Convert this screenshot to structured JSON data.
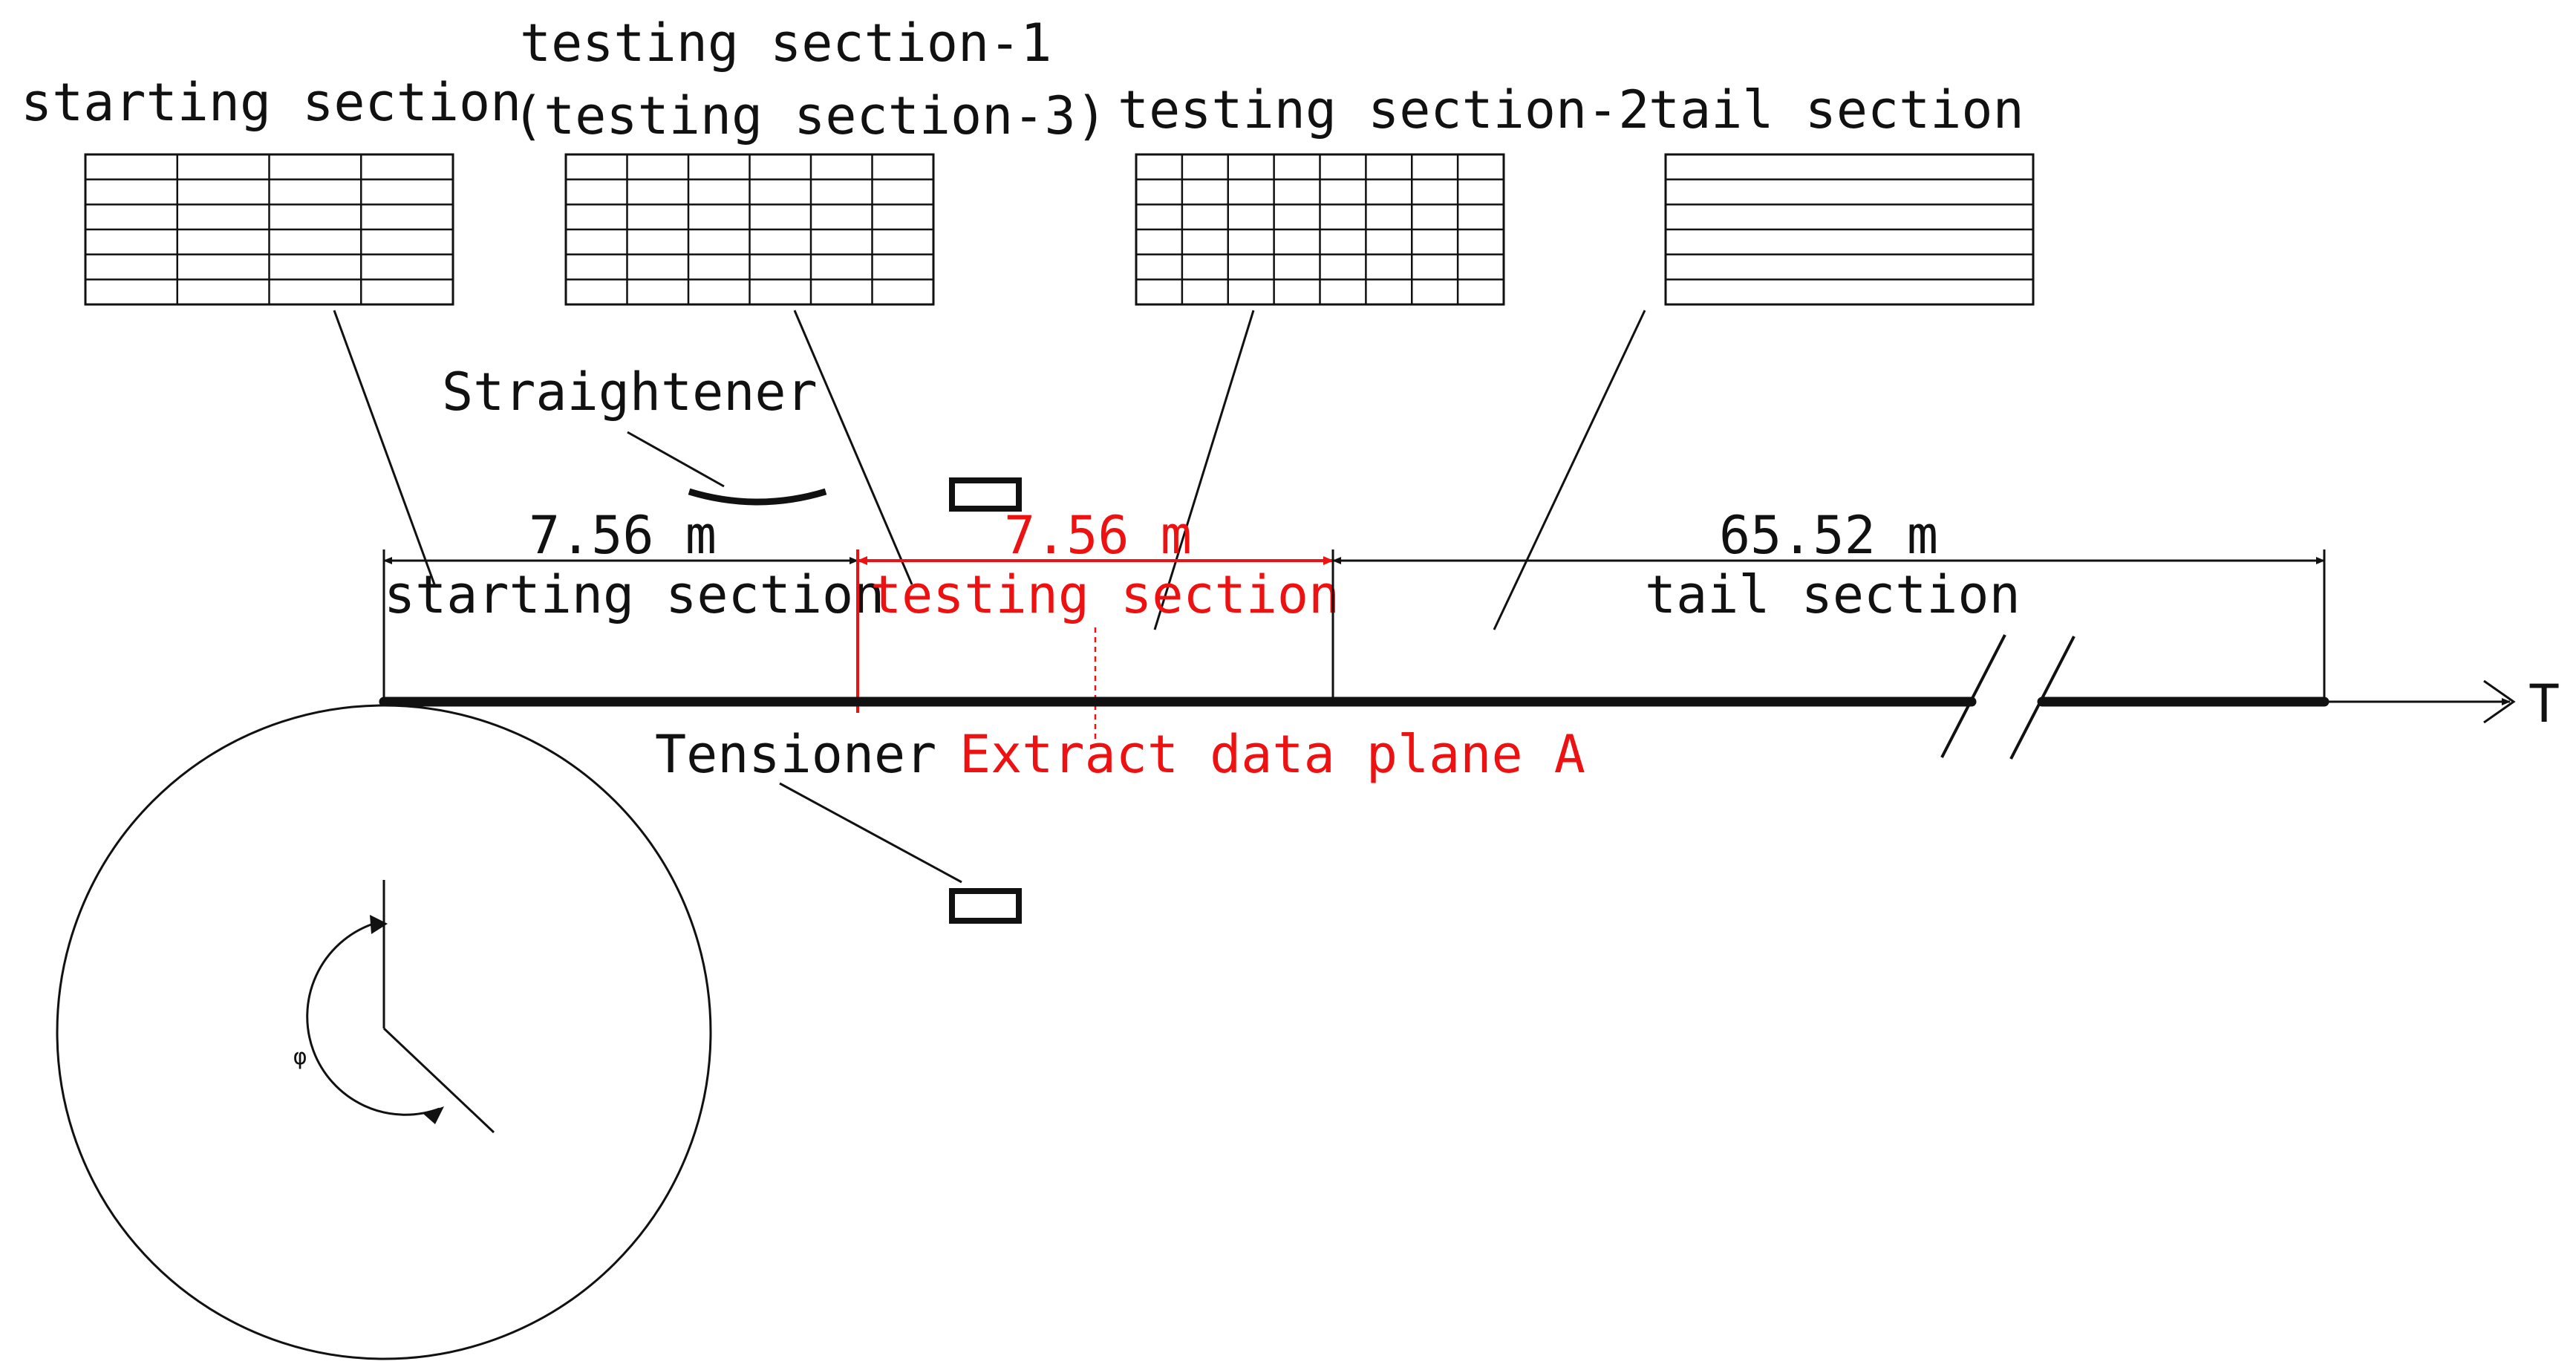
{
  "colors": {
    "ink": "#111111",
    "highlight": "#ee1111",
    "background": "#ffffff"
  },
  "sections_top": {
    "starting": "starting section",
    "testing_1": "testing section-1",
    "testing_3": "(testing section-3)",
    "testing_2": "testing section-2",
    "tail": "tail section"
  },
  "components": {
    "straightener": "Straightener",
    "tensioner": "Tensioner",
    "extract_plane": "Extract data plane A",
    "tension_symbol": "T",
    "angle_symbol": "φ"
  },
  "dimensions": {
    "starting_length": "7.56 m",
    "testing_length": "7.56 m",
    "tail_length": "65.52 m"
  },
  "line_labels": {
    "starting": "starting section",
    "testing": "testing section",
    "tail": "tail section"
  },
  "meshes": [
    {
      "name": "starting-mesh",
      "columns": 4,
      "rows": 6
    },
    {
      "name": "testing-1-mesh",
      "columns": 6,
      "rows": 6
    },
    {
      "name": "testing-2-mesh",
      "columns": 8,
      "rows": 6
    },
    {
      "name": "tail-mesh",
      "columns": 1,
      "rows": 6
    }
  ]
}
